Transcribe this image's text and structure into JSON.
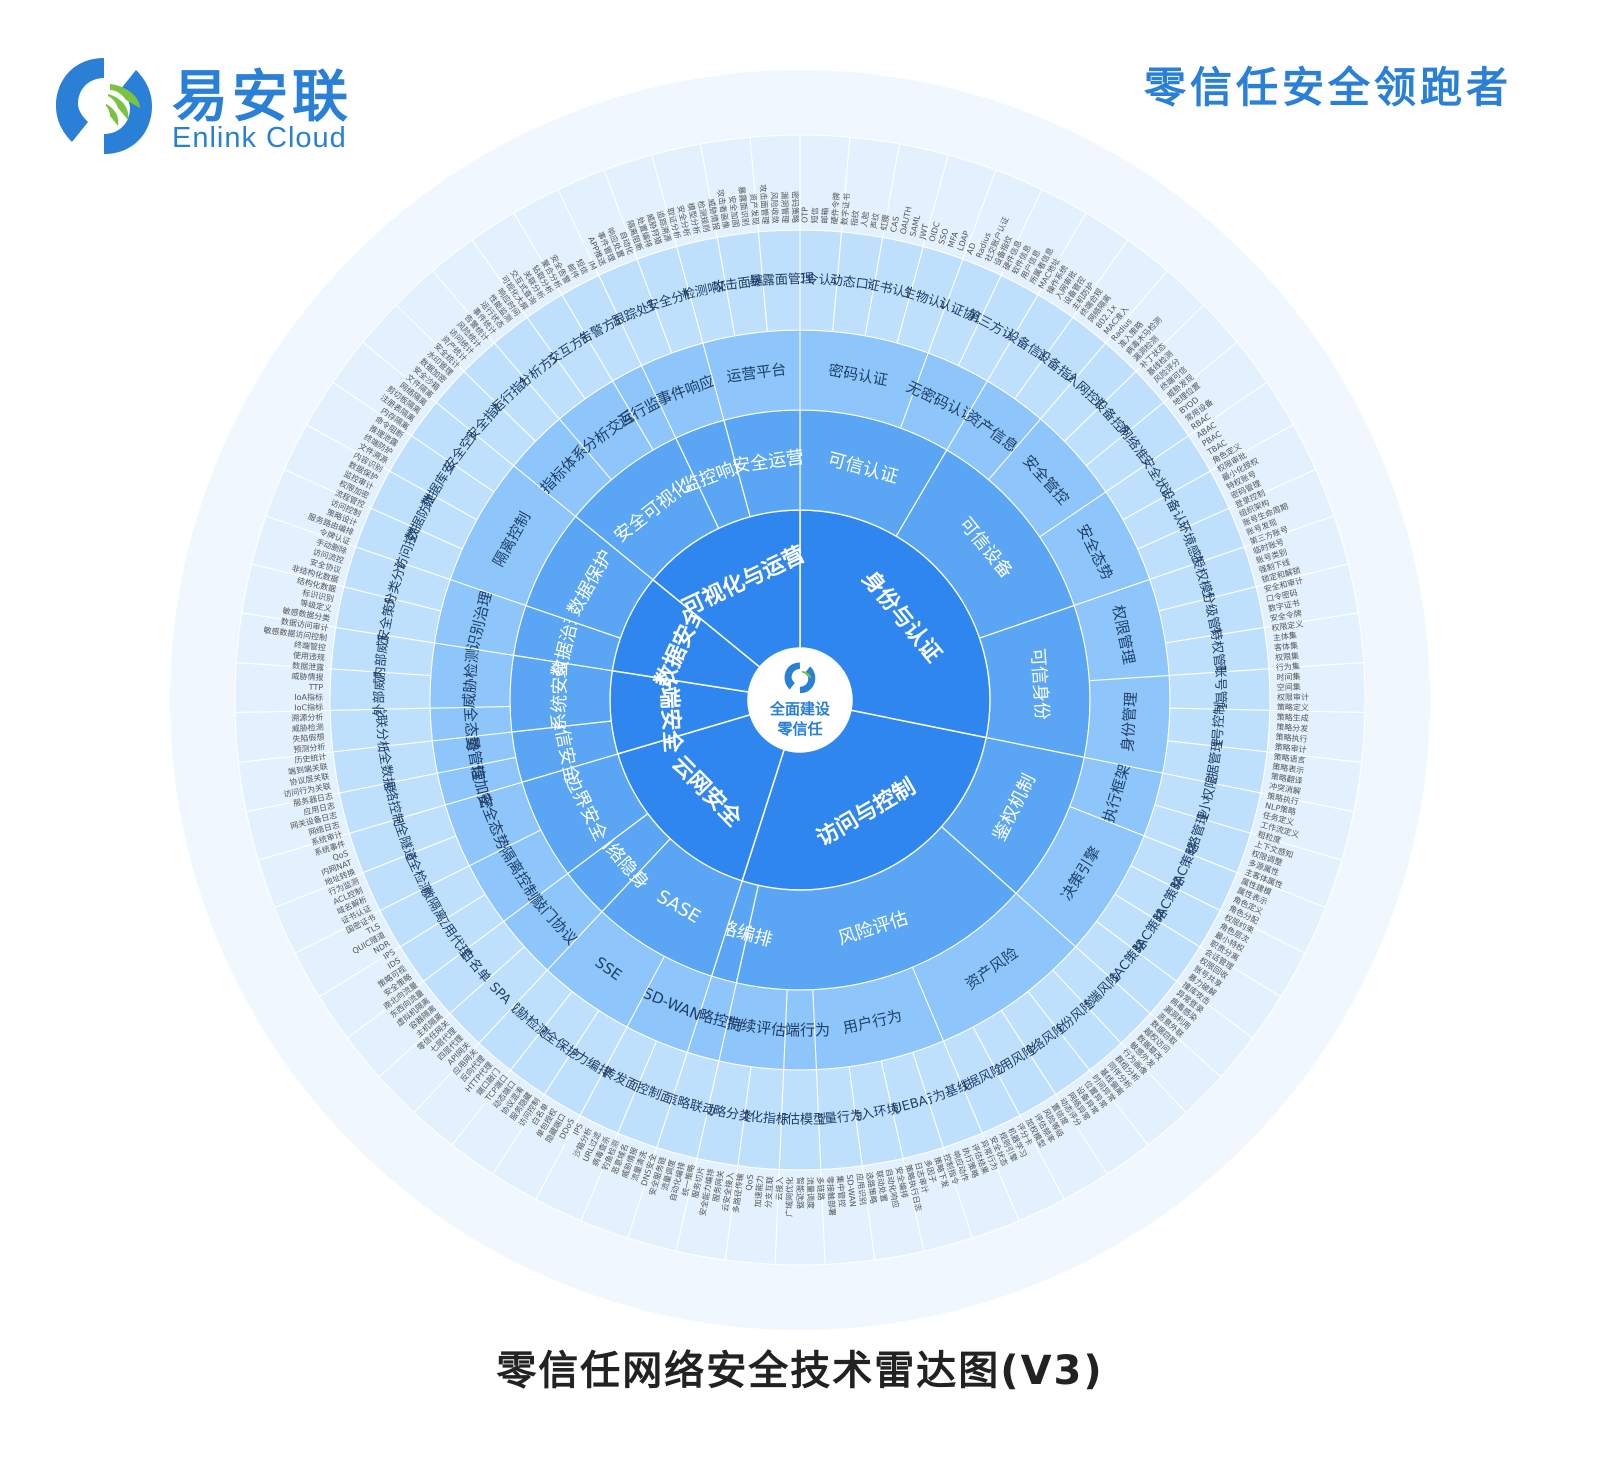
{
  "brand": {
    "name_cn": "易安联",
    "name_en": "Enlink Cloud",
    "tagline": "零信任安全领跑者"
  },
  "caption": "零信任网络安全技术雷达图(V3)",
  "colors": {
    "brand_blue": "#2a7fd6",
    "ring1": "#2f86ef",
    "ring2": "#5aa6f5",
    "ring3": "#8ec6fb",
    "ring4": "#bfe0fd",
    "ring5": "#e3f1fe",
    "logo_green": "#7cc242",
    "center_white": "#ffffff"
  },
  "center": {
    "line1": "全面建设",
    "line2": "零信任"
  },
  "domains": [
    {
      "name": "身份与认证",
      "subs": [
        {
          "name": "可信认证",
          "items": [
            {
              "name": "密码认证",
              "subs": [
                "口令认证",
                "动态口令",
                "证书认证",
                "生物认证"
              ]
            },
            {
              "name": "无密码认证",
              "subs": [
                "认证协议",
                "第三方认证"
              ]
            }
          ]
        },
        {
          "name": "可信设备",
          "items": [
            {
              "name": "资产信息",
              "subs": [
                "设备信息",
                "设备指纹"
              ]
            },
            {
              "name": "安全管控",
              "subs": [
                "入网控制",
                "设备控制",
                "网络准入"
              ]
            },
            {
              "name": "安全态势",
              "subs": [
                "安全状态",
                "设备认证",
                "环境感知"
              ]
            }
          ]
        },
        {
          "name": "可信身份",
          "items": [
            {
              "name": "权限管理",
              "subs": [
                "授权模型",
                "分级管理",
                "特权管理"
              ]
            },
            {
              "name": "身份管理",
              "subs": [
                "账号管理",
                "账号控制",
                "凭据管理"
              ]
            }
          ]
        }
      ]
    },
    {
      "name": "访问与控制",
      "subs": [
        {
          "name": "鉴权机制",
          "items": [
            {
              "name": "执行框架",
              "subs": [
                "最小权限",
                "策略管理"
              ]
            },
            {
              "name": "决策引擎",
              "subs": [
                "PBAC策略",
                "TBAC策略",
                "ABAC策略",
                "RBAC策略"
              ]
            }
          ]
        },
        {
          "name": "风险评估",
          "items": [
            {
              "name": "资产风险",
              "subs": [
                "终端风险",
                "身份风险",
                "网络风险",
                "应用风险",
                "数据风险"
              ]
            },
            {
              "name": "用户行为",
              "subs": [
                "行为基线",
                "UEBA",
                "接入环境",
                "流量行为"
              ]
            },
            {
              "name": "终端行为",
              "subs": [
                "评估模型"
              ]
            },
            {
              "name": "持续评估",
              "subs": [
                "量化指标",
                "策略分类"
              ]
            }
          ]
        },
        {
          "name": "策略编排",
          "items": [
            {
              "name": "策略控制",
              "subs": [
                "策略联动"
              ]
            }
          ]
        }
      ]
    },
    {
      "name": "云网安全",
      "subs": [
        {
          "name": "SASE",
          "items": [
            {
              "name": "SD-WAN",
              "subs": [
                "控制面",
                "转发面"
              ]
            },
            {
              "name": "SSE",
              "subs": [
                "能力编排",
                "安全保护",
                "威胁检测"
              ]
            }
          ]
        },
        {
          "name": "网络隐身",
          "items": [
            {
              "name": "敲门协议",
              "subs": [
                "SPA",
                "白名单"
              ]
            }
          ]
        },
        {
          "name": "边界安全",
          "items": [
            {
              "name": "隔离控制",
              "subs": [
                "应用代理",
                "微隔离"
              ]
            },
            {
              "name": "安全态势",
              "subs": [
                "安全检测",
                "安全隧道"
              ]
            }
          ]
        }
      ]
    },
    {
      "name": "终端安全",
      "subs": [
        {
          "name": "通信安全",
          "items": [
            {
              "name": "通信加密",
              "subs": [
                "网络控制"
              ]
            },
            {
              "name": "流量管理",
              "subs": [
                "安全数据"
              ]
            }
          ]
        },
        {
          "name": "系统安全",
          "items": [
            {
              "name": "安全态势",
              "subs": [
                "关联分析"
              ]
            },
            {
              "name": "威胁检测",
              "subs": [
                "外部威胁",
                "内部威胁"
              ]
            }
          ]
        }
      ]
    },
    {
      "name": "数据安全",
      "subs": [
        {
          "name": "数据治理",
          "items": [
            {
              "name": "识别治理",
              "subs": [
                "安全策略",
                "分类分级"
              ]
            }
          ]
        },
        {
          "name": "数据保护",
          "items": [
            {
              "name": "隔离控制",
              "subs": [
                "访问控制",
                "数据防泄漏",
                "数据库安全",
                "安全空间"
              ]
            }
          ]
        }
      ]
    },
    {
      "name": "可视化与运营",
      "subs": [
        {
          "name": "安全可视化",
          "items": [
            {
              "name": "指标体系",
              "subs": [
                "安全指标",
                "运行指标"
              ]
            },
            {
              "name": "分析交互",
              "subs": [
                "分析方式",
                "交互方式"
              ]
            },
            {
              "name": "运行监控",
              "subs": [
                "告警方式"
              ]
            }
          ]
        },
        {
          "name": "监控响应",
          "items": [
            {
              "name": "事件响应",
              "subs": [
                "跟踪处置",
                "安全分析"
              ]
            }
          ]
        },
        {
          "name": "安全运营",
          "items": [
            {
              "name": "运营平台",
              "subs": [
                "检测响应",
                "攻击面缩减",
                "暴露面管理"
              ]
            }
          ]
        }
      ]
    }
  ],
  "outer_terms": [
    "OTP",
    "短信",
    "邮箱",
    "硬件令牌",
    "数字证书",
    "指纹",
    "人脸",
    "声纹",
    "虹膜",
    "CAS",
    "OAUTH",
    "SAML",
    "JWT",
    "OIDC",
    "SSO",
    "MFA",
    "LDAP",
    "AD",
    "Radius",
    "社交账户认证",
    "设备指纹",
    "硬件信息",
    "软件信息",
    "用户信息",
    "所属者信息",
    "MAC地址",
    "操作系统",
    "入网审批",
    "设备管控",
    "主机防护",
    "终端合规",
    "网络隔离",
    "802.1x",
    "MAC准入",
    "Radius",
    "准入策略",
    "病毒木马检测",
    "漏洞检测",
    "补丁状态",
    "基线检测",
    "风险评分",
    "终端可信",
    "威胁发现",
    "地理位置",
    "BYOD",
    "常用设备",
    "RBAC",
    "ABAC",
    "PBAC",
    "TBAC",
    "角色定义",
    "权限审批",
    "最小化授权",
    "特权账号",
    "密码管理",
    "登录控制",
    "组织架构",
    "账号生命周期",
    "账号发现",
    "第三方账号",
    "临时账号",
    "账号类别",
    "强制下线",
    "锁定和解锁",
    "安全和审计",
    "口令密码",
    "数字证书",
    "安全令牌",
    "权限定义",
    "主体集",
    "客体集",
    "权限集",
    "行为集",
    "时间集",
    "空间集",
    "权限审计",
    "策略定义",
    "策略生成",
    "策略分发",
    "策略执行",
    "策略审计",
    "策略语言",
    "策略表示",
    "策略翻译",
    "冲突消解",
    "策略执行",
    "NLP策略",
    "任务定义",
    "工作流定义",
    "粗粒度",
    "上下文感知",
    "权限调整",
    "多源属性",
    "主客体属性",
    "属性建模",
    "属性表示",
    "角色定义",
    "角色分配",
    "权限约束",
    "角色层次",
    "最小特权",
    "职责分离",
    "会话管理",
    "权限回收",
    "账号共享",
    "暴力破解",
    "撞库攻击",
    "异常登录",
    "病毒感染",
    "漏洞利用",
    "恶意外联",
    "数据窃取",
    "越权访问",
    "数据篡改",
    "敏感外发",
    "行为画像",
    "群组分析",
    "同伴分析",
    "基线偏离",
    "时间异常",
    "位置异常",
    "设备异常",
    "网络异常",
    "动态评分",
    "置信度",
    "风险等级",
    "评估频率",
    "加权模型",
    "评分卡",
    "机器学习",
    "规则引擎",
    "安全状态",
    "异常行为",
    "评估结果",
    "执行策略",
    "响应动作",
    "控制指令",
    "策略下发",
    "多因子",
    "日志审计",
    "策略执行日志",
    "安全编排",
    "自动化响应",
    "联动处置",
    "选路策略",
    "应用识别",
    "SD-WAN",
    "集中管控",
    "零接触部署",
    "多链路",
    "流量调度",
    "智能选路",
    "广域网优化",
    "云接入",
    "分支互联",
    "加速能力",
    "QoS",
    "多路径传输",
    "云安全接入",
    "服务网关",
    "安全能力编排",
    "服务切片",
    "统一策略",
    "自动化编排",
    "流量调度",
    "安全服务链",
    "DNS安全",
    "流量清洗",
    "威胁情报",
    "恶意域名",
    "钓鱼检测",
    "病毒查杀",
    "URL过滤",
    "沙箱分析",
    "IPS",
    "DDoS",
    "隐藏端口",
    "单包授权",
    "白名单",
    "访问控制",
    "服务隐藏",
    "协议混淆",
    "动态端口",
    "TCP端口",
    "端口敲门",
    "HTTP代理",
    "反向代理",
    "应用网关",
    "API网关",
    "四层代理",
    "七层代理",
    "零信任网关",
    "主机隔离",
    "容器隔离",
    "虚拟机隔离",
    "东西向流量",
    "南北向流量",
    "安全策略",
    "策略可视",
    "IDS",
    "IPS",
    "NDR",
    "QUIC隧道",
    "TLS",
    "国密证书",
    "证书认证",
    "域名解析",
    "ACL控制",
    "行为监测",
    "地址转换",
    "内网NAT",
    "QoS",
    "系统事件",
    "系统审计",
    "网络日志",
    "网关设备日志",
    "应用日志",
    "服务器日志",
    "访问行为关联",
    "协议层关联",
    "端到端关联",
    "历史统计",
    "预测分析",
    "失陷假想",
    "威胁检测",
    "溯源分析",
    "IoC指标",
    "IoA指标",
    "TTP",
    "威胁情报",
    "数据泄露",
    "使用违规",
    "终端管控",
    "敏感数据访问控制",
    "数据访问审计",
    "敏感数据分类",
    "等级定义",
    "标识识别",
    "结构化数据",
    "非结构化数据",
    "安全协议",
    "访问流控",
    "手动删除",
    "令牌认证",
    "服务路由编排",
    "策略设计",
    "访问控制",
    "流程管控",
    "权限加密",
    "监控审计",
    "数据保护",
    "内容识别",
    "文件溯源",
    "终端防护",
    "推理泄露",
    "命令阻断",
    "内存隔离",
    "注册表隔离",
    "剪切板隔离",
    "网络隔离",
    "文件隔离",
    "安全沙箱",
    "数据加密",
    "水印管理",
    "安全统计",
    "资产统计",
    "访问统计",
    "风险统计",
    "告警统计",
    "事件统计",
    "运行状态",
    "性能监测",
    "响应时间",
    "可视化大屏",
    "交互式查询",
    "关联分析",
    "钻取分析",
    "聚合分析",
    "安全告警",
    "邮件",
    "短信",
    "IM",
    "APP推送",
    "事件管理",
    "响应处置",
    "自动化",
    "隔离阻断",
    "处置编排",
    "威胁狩猎",
    "追踪溯源",
    "取证分析",
    "安全分析",
    "模型分析",
    "检测规则",
    "威胁情报",
    "攻击者画像",
    "安全加固",
    "暴露面识别",
    "资产发现",
    "攻击面管理",
    "风险收敛",
    "漏洞管理",
    "密码策略"
  ]
}
